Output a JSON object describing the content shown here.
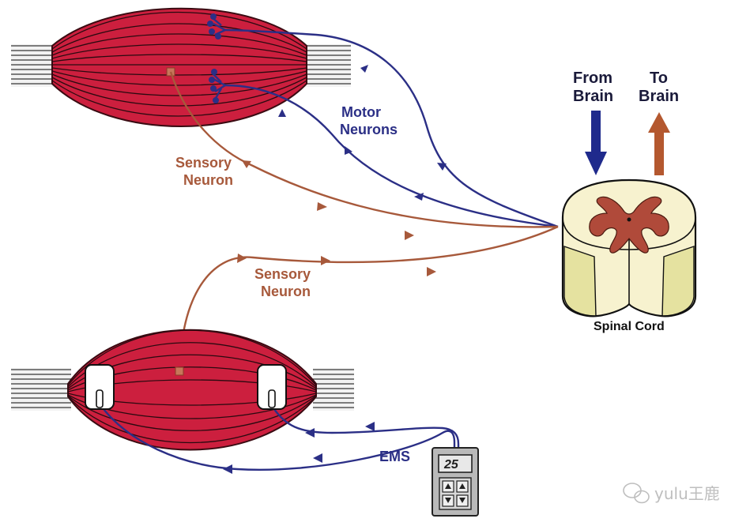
{
  "labels": {
    "motor_neurons_line1": "Motor",
    "motor_neurons_line2": "Neurons",
    "sensory_top_line1": "Sensory",
    "sensory_top_line2": "Neuron",
    "sensory_bottom_line1": "Sensory",
    "sensory_bottom_line2": "Neuron",
    "from_brain_line1": "From",
    "from_brain_line2": "Brain",
    "to_brain_line1": "To",
    "to_brain_line2": "Brain",
    "spinal_cord": "Spinal Cord",
    "ems": "EMS",
    "device_display": "25"
  },
  "watermark": {
    "text": "yulu王鹿",
    "icon": "wechat-icon"
  },
  "colors": {
    "muscle": "#cc1f3e",
    "motor": "#2b2f86",
    "sensory": "#a7593b",
    "cord_fill": "#f7f2cf",
    "cord_gray": "#b04a3a",
    "from_brain_arrow": "#1f2a8c",
    "to_brain_arrow": "#b4582f",
    "device": "#b9b9b9"
  }
}
